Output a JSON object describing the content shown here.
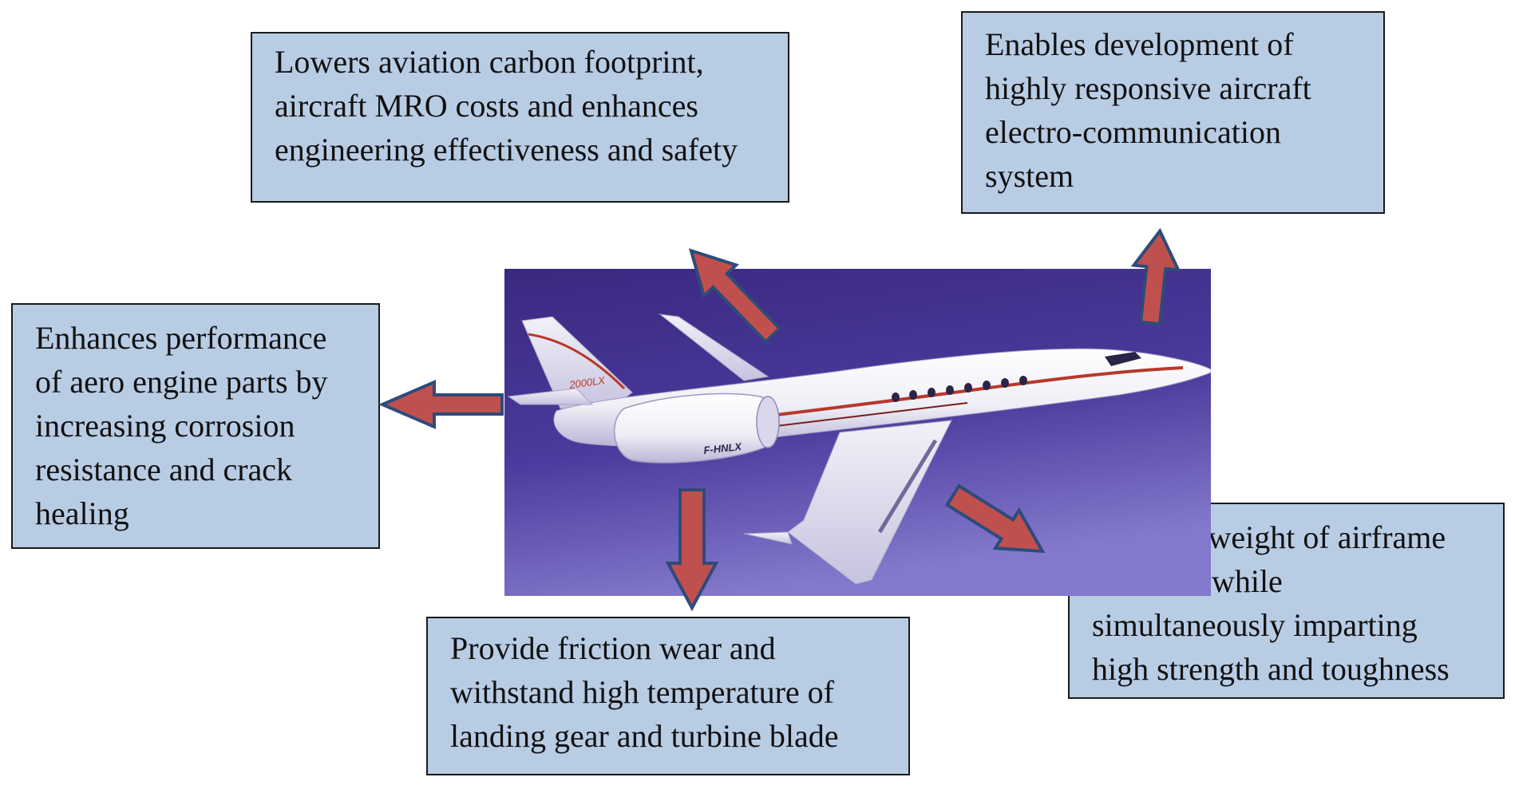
{
  "boxes": {
    "top": "Lowers aviation carbon footprint,\naircraft MRO costs and enhances\nengineering effectiveness and safety",
    "top_right": "Enables development of\nhighly responsive aircraft\nelectro-communication\nsystem",
    "left": "Enhances performance\nof aero engine parts by\nincreasing corrosion\nresistance and crack\nhealing",
    "bottom": "Provide friction wear and\nwithstand high temperature of\nlanding gear and turbine blade",
    "right": "Reduces weight of airframe\nstructure while\nsimultaneously imparting\nhigh strength and toughness"
  },
  "photo": {
    "registration": "F-HNLX",
    "tail_marking": "2000LX"
  },
  "colors": {
    "box_fill": "#b8cce4",
    "arrow_fill": "#c0504d",
    "arrow_stroke": "#2e4b7a",
    "sky_top": "#3e2a86",
    "sky_bottom": "#7b74c8"
  }
}
